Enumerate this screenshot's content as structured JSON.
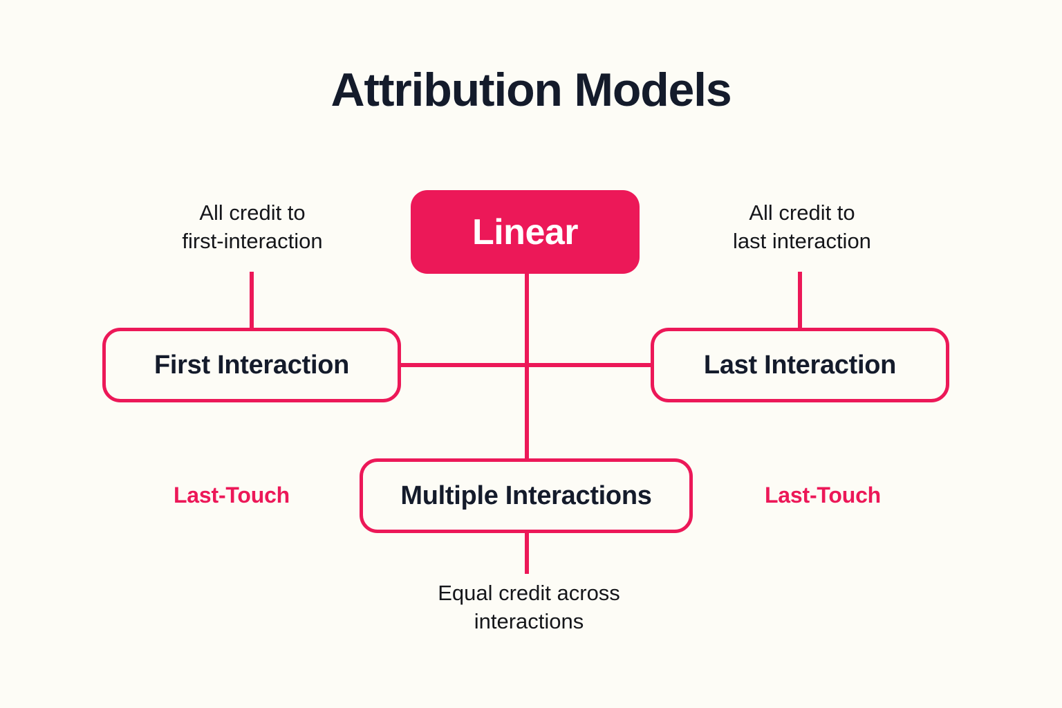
{
  "page": {
    "title": "Attribution Models",
    "background_color": "#FDFCF6",
    "accent_color": "#EC1858",
    "text_color": "#141B2B"
  },
  "diagram": {
    "type": "mind-map",
    "center_node": {
      "label": "Linear",
      "style": "filled",
      "fill": "#EC1858",
      "text_color": "#FFFFFF"
    },
    "nodes": [
      {
        "id": "first",
        "label": "First Interaction",
        "style": "outlined",
        "position": "left"
      },
      {
        "id": "last",
        "label": "Last Interaction",
        "style": "outlined",
        "position": "right"
      },
      {
        "id": "multiple",
        "label": "Multiple Interactions",
        "style": "outlined",
        "position": "bottom"
      }
    ],
    "captions": {
      "first_line1": "All credit to",
      "first_line2": "first-interaction",
      "last_line1": "All credit to",
      "last_line2": "last interaction",
      "bottom_line1": "Equal credit across",
      "bottom_line2": "interactions"
    },
    "tags": {
      "left": "Last-Touch",
      "right": "Last-Touch",
      "color": "#EC1858"
    }
  }
}
